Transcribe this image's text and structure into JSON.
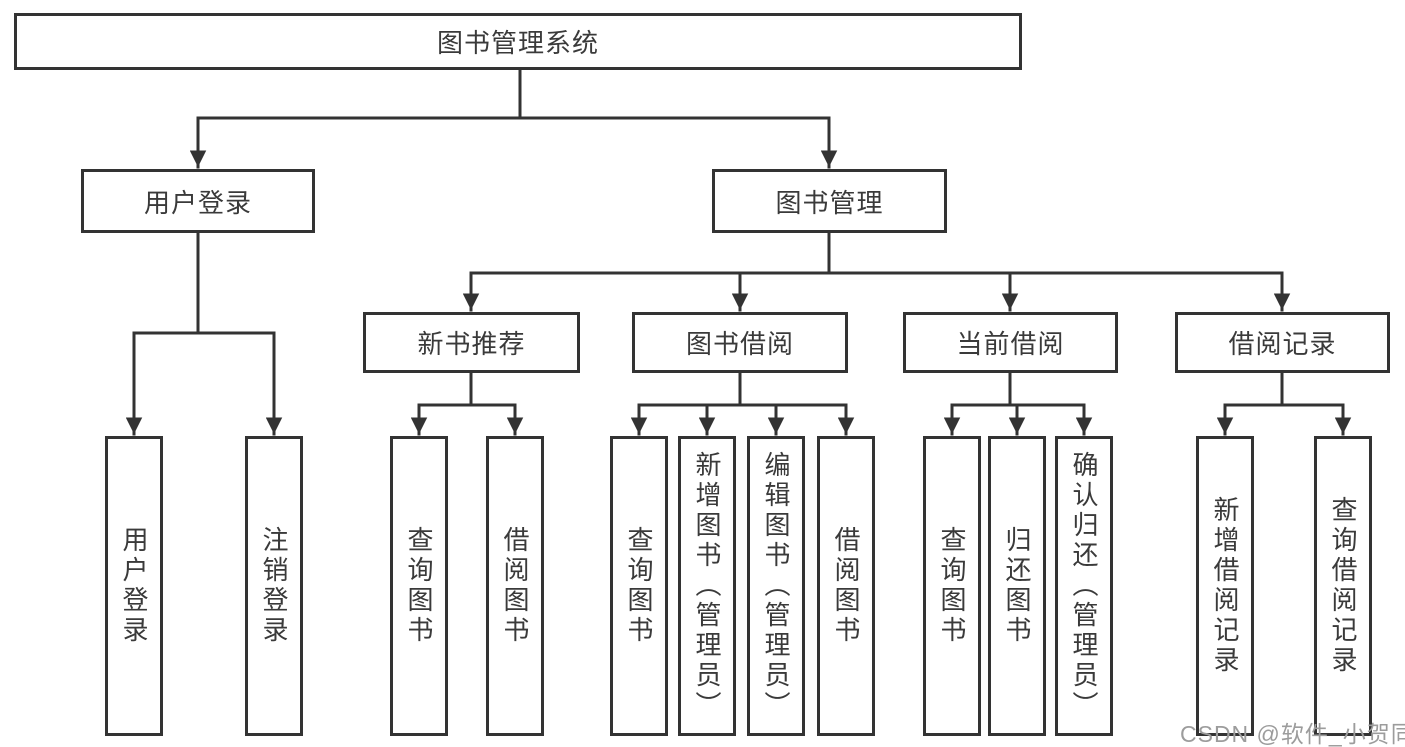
{
  "diagram": {
    "root": {
      "label": "图书管理系统"
    },
    "level2": {
      "user_login": {
        "label": "用户登录"
      },
      "book_management": {
        "label": "图书管理"
      }
    },
    "level3": {
      "new_book_recommend": {
        "label": "新书推荐"
      },
      "book_borrowing": {
        "label": "图书借阅"
      },
      "current_borrowing": {
        "label": "当前借阅"
      },
      "borrowing_records": {
        "label": "借阅记录"
      }
    },
    "leaves": {
      "user_login": {
        "label": "用户登录"
      },
      "logout_login": {
        "label": "注销登录"
      },
      "rec_query_books": {
        "label": "查询图书"
      },
      "rec_borrow_books": {
        "label": "借阅图书"
      },
      "bb_query_books": {
        "label": "查询图书"
      },
      "bb_add_books_admin": {
        "label": "新增图书（管理员）"
      },
      "bb_edit_books_admin": {
        "label": "编辑图书（管理员）"
      },
      "bb_borrow_books": {
        "label": "借阅图书"
      },
      "cb_query_books": {
        "label": "查询图书"
      },
      "cb_return_books": {
        "label": "归还图书"
      },
      "cb_confirm_return_admin": {
        "label": "确认归还（管理员）"
      },
      "br_add_record": {
        "label": "新增借阅记录"
      },
      "br_query_record": {
        "label": "查询借阅记录"
      }
    },
    "watermark": "CSDN @软件_小贺同学",
    "colors": {
      "line": "#333333",
      "text": "#3a3a3a",
      "background": "#ffffff",
      "watermark": "#9c9c9c"
    }
  }
}
